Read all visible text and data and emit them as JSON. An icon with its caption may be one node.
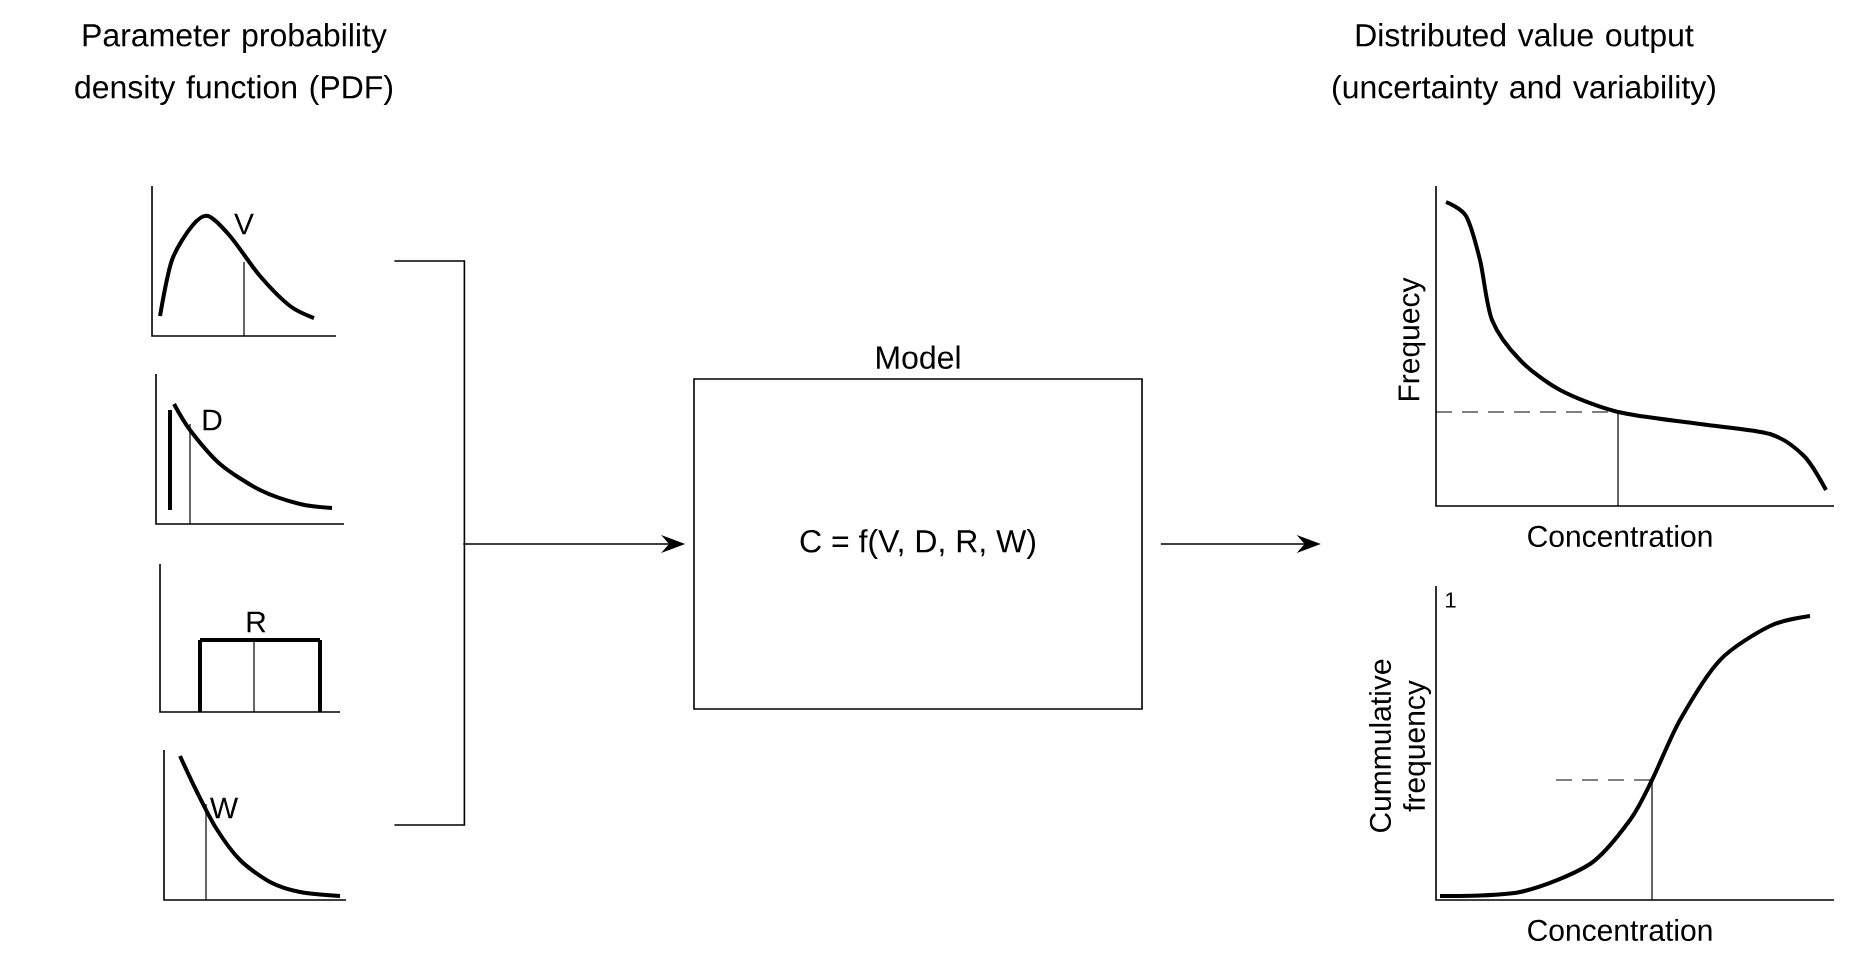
{
  "diagram": {
    "nodes": [
      {
        "text": [
          "V"
        ]
      },
      {
        "text": [
          "D"
        ]
      },
      {
        "text": [
          "R"
        ]
      },
      {
        "text": [
          "W"
        ]
      },
      {
        "text": [
          "Model",
          "C = f(V, D, R, W)"
        ]
      },
      {
        "text": [
          "Frequecy",
          "Concentration"
        ]
      },
      {
        "text": [
          "1",
          "Cummulative frequency",
          "Concentration"
        ]
      }
    ],
    "edges": [
      {
        "from": 0,
        "to": 4,
        "arrow": "to"
      },
      {
        "from": 3,
        "to": 4,
        "arrow": "to"
      },
      {
        "from": 4,
        "to": null,
        "arrow": "to"
      }
    ],
    "labels": [
      "Parameter probability density function (PDF)",
      "Distributed value output (uncertainty and variability)"
    ]
  }
}
